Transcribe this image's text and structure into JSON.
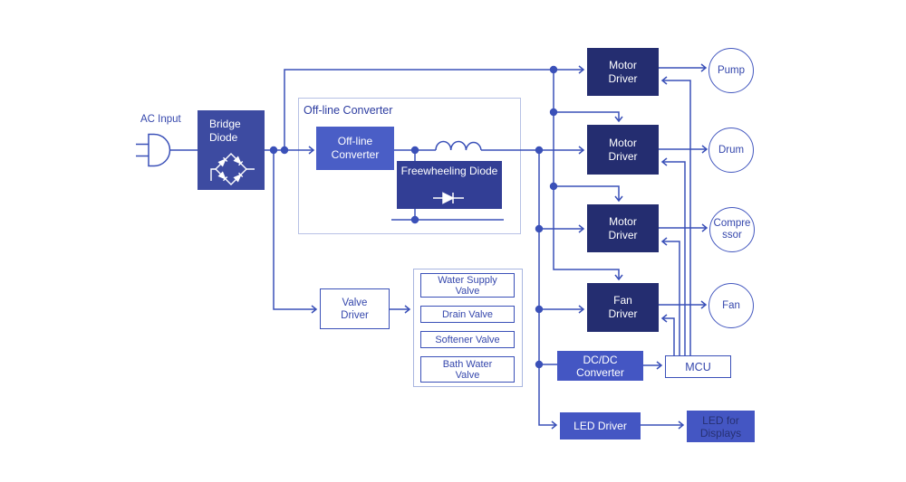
{
  "diagram": {
    "ac_input": {
      "label": "AC Input"
    },
    "bridge_diode": {
      "label": "Bridge Diode"
    },
    "offline_section": {
      "title": "Off-line Converter"
    },
    "offline_converter": {
      "label": "Off-line Converter"
    },
    "freewheeling_diode": {
      "label": "Freewheeling Diode"
    },
    "motor_drivers": [
      {
        "label": "Motor Driver"
      },
      {
        "label": "Motor Driver"
      },
      {
        "label": "Motor Driver"
      }
    ],
    "fan_driver": {
      "label": "Fan Driver"
    },
    "loads": [
      {
        "label": "Pump",
        "render_lines": [
          "Pump"
        ]
      },
      {
        "label": "Drum",
        "render_lines": [
          "Drum"
        ]
      },
      {
        "label": "Compressor",
        "render_lines": [
          "Compre",
          "ssor"
        ]
      },
      {
        "label": "Fan",
        "render_lines": [
          "Fan"
        ]
      }
    ],
    "valve_driver": {
      "label": "Valve Driver"
    },
    "valves": [
      {
        "label": "Water Supply Valve"
      },
      {
        "label": "Drain Valve"
      },
      {
        "label": "Softener Valve"
      },
      {
        "label": "Bath Water Valve"
      }
    ],
    "dcdc_converter": {
      "label": "DC/DC Converter"
    },
    "mcu": {
      "label": "MCU"
    },
    "led_driver": {
      "label": "LED Driver"
    },
    "led_for_displays": {
      "label": "LED for Displays"
    },
    "icons": {
      "ac_plug": "ac-plug-icon",
      "bridge_rectifier": "bridge-rectifier-icon",
      "inductor": "inductor-icon",
      "freewheeling_diode": "freewheeling-diode-icon",
      "junction_dot": "junction-dot",
      "arrowhead": "open-chevron-arrow"
    },
    "colors": {
      "background": "#FFFFFF",
      "line": "#3A50B8",
      "driver_box": "#242D70",
      "freewheeling_box": "#323E95",
      "bridge_box": "#3D4BA1",
      "converter_box": "#4A5EC6",
      "accent_box": "#4456C3",
      "blue_text": "#3547AC",
      "section_label": "#2C3CA0",
      "section_border": "#B7C1E5",
      "group_border": "#A9B6E0"
    }
  }
}
